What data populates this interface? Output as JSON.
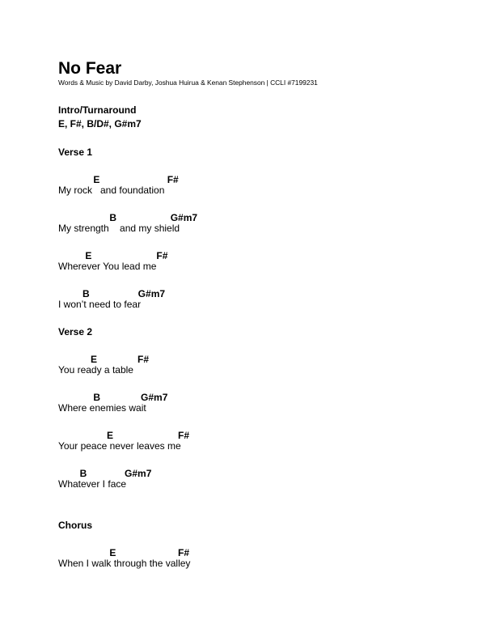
{
  "song": {
    "title": "No Fear",
    "byline": "Words & Music by David Darby, Joshua Huirua & Kenan Stephenson | CCLI #7199231"
  },
  "intro": {
    "header": "Intro/Turnaround",
    "chord_line": "E, F#, B/D#, G#m7"
  },
  "verse1": {
    "header": "Verse 1",
    "lines": [
      {
        "chords": "             E                         F#",
        "lyrics": "My rock   and foundation"
      },
      {
        "chords": "                   B                    G#m7",
        "lyrics": "My strength    and my shield"
      },
      {
        "chords": "          E                        F#",
        "lyrics": "Wherever You lead me"
      },
      {
        "chords": "         B                  G#m7",
        "lyrics": "I won’t need to fear"
      }
    ]
  },
  "verse2": {
    "header": "Verse 2",
    "lines": [
      {
        "chords": "            E               F#",
        "lyrics": "You ready a table"
      },
      {
        "chords": "             B               G#m7",
        "lyrics": "Where enemies wait"
      },
      {
        "chords": "                  E                        F#",
        "lyrics": "Your peace never leaves me"
      },
      {
        "chords": "        B              G#m7",
        "lyrics": "Whatever I face"
      }
    ]
  },
  "chorus": {
    "header": "Chorus",
    "lines": [
      {
        "chords": "                   E                       F#",
        "lyrics": "When I walk through the valley"
      }
    ]
  }
}
